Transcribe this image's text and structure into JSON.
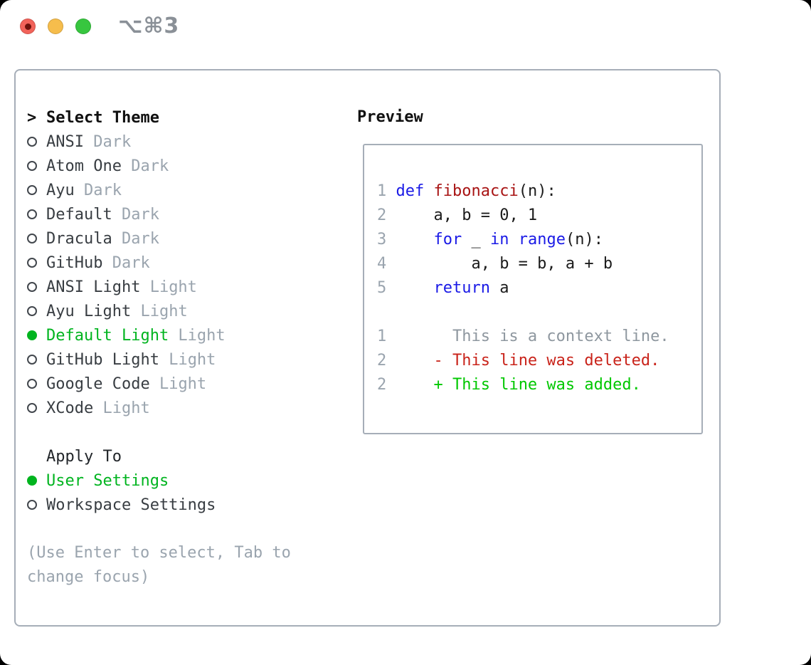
{
  "window": {
    "title": "⌥⌘3"
  },
  "titlebar": {
    "close_color": "#f2635a",
    "minimize_color": "#f6bd4c",
    "zoom_color": "#37c63f"
  },
  "theme_list": {
    "header_prefix": ">",
    "header": "Select Theme",
    "items": [
      {
        "name": "ANSI",
        "variant": "Dark",
        "selected": false
      },
      {
        "name": "Atom One",
        "variant": "Dark",
        "selected": false
      },
      {
        "name": "Ayu",
        "variant": "Dark",
        "selected": false
      },
      {
        "name": "Default",
        "variant": "Dark",
        "selected": false
      },
      {
        "name": "Dracula",
        "variant": "Dark",
        "selected": false
      },
      {
        "name": "GitHub",
        "variant": "Dark",
        "selected": false
      },
      {
        "name": "ANSI Light",
        "variant": "Light",
        "selected": false
      },
      {
        "name": "Ayu Light",
        "variant": "Light",
        "selected": false
      },
      {
        "name": "Default Light",
        "variant": "Light",
        "selected": true
      },
      {
        "name": "GitHub Light",
        "variant": "Light",
        "selected": false
      },
      {
        "name": "Google Code",
        "variant": "Light",
        "selected": false
      },
      {
        "name": "XCode",
        "variant": "Light",
        "selected": false
      }
    ]
  },
  "apply_to": {
    "header": "Apply To",
    "options": [
      {
        "label": "User Settings",
        "selected": true
      },
      {
        "label": "Workspace Settings",
        "selected": false
      }
    ]
  },
  "hint_lines": [
    "(Use Enter to select, Tab to",
    "change focus)"
  ],
  "preview": {
    "label": "Preview",
    "lines": [
      {
        "kind": "code",
        "segments": [
          {
            "text": "1 ",
            "style": "gutter"
          },
          {
            "text": "def",
            "style": "keyword"
          },
          {
            "text": " ",
            "style": "plain"
          },
          {
            "text": "fibonacci",
            "style": "function"
          },
          {
            "text": "(n):",
            "style": "plain"
          }
        ]
      },
      {
        "kind": "code",
        "segments": [
          {
            "text": "2 ",
            "style": "gutter"
          },
          {
            "text": "    a, b = 0, 1",
            "style": "plain"
          }
        ]
      },
      {
        "kind": "code",
        "segments": [
          {
            "text": "3 ",
            "style": "gutter"
          },
          {
            "text": "    ",
            "style": "plain"
          },
          {
            "text": "for",
            "style": "keyword"
          },
          {
            "text": " _ ",
            "style": "plain"
          },
          {
            "text": "in",
            "style": "keyword"
          },
          {
            "text": " ",
            "style": "plain"
          },
          {
            "text": "range",
            "style": "keyword"
          },
          {
            "text": "(n):",
            "style": "plain"
          }
        ]
      },
      {
        "kind": "code",
        "segments": [
          {
            "text": "4 ",
            "style": "gutter"
          },
          {
            "text": "        a, b = b, a + b",
            "style": "plain"
          }
        ]
      },
      {
        "kind": "code",
        "segments": [
          {
            "text": "5 ",
            "style": "gutter"
          },
          {
            "text": "    ",
            "style": "plain"
          },
          {
            "text": "return",
            "style": "keyword"
          },
          {
            "text": " a",
            "style": "plain"
          }
        ]
      },
      {
        "kind": "blank",
        "segments": []
      },
      {
        "kind": "diff-context",
        "segments": [
          {
            "text": "1",
            "style": "gutter"
          },
          {
            "text": "       This is a context line.",
            "style": "context"
          }
        ]
      },
      {
        "kind": "diff-deleted",
        "segments": [
          {
            "text": "2",
            "style": "gutter"
          },
          {
            "text": "     ",
            "style": "plain"
          },
          {
            "text": "- This line was deleted.",
            "style": "deleted"
          }
        ]
      },
      {
        "kind": "diff-added",
        "segments": [
          {
            "text": "2",
            "style": "gutter"
          },
          {
            "text": "     ",
            "style": "plain"
          },
          {
            "text": "+ This line was added.",
            "style": "added"
          }
        ]
      }
    ]
  },
  "colors": {
    "selection_green": "#00b41f",
    "added_green": "#00c800",
    "deleted_red": "#c9231a",
    "keyword_blue": "#1a1ae6",
    "function_red": "#a81414",
    "muted_gray": "#9aa4ae",
    "text_dark": "#383d42",
    "border_gray": "#a6aeb8"
  }
}
